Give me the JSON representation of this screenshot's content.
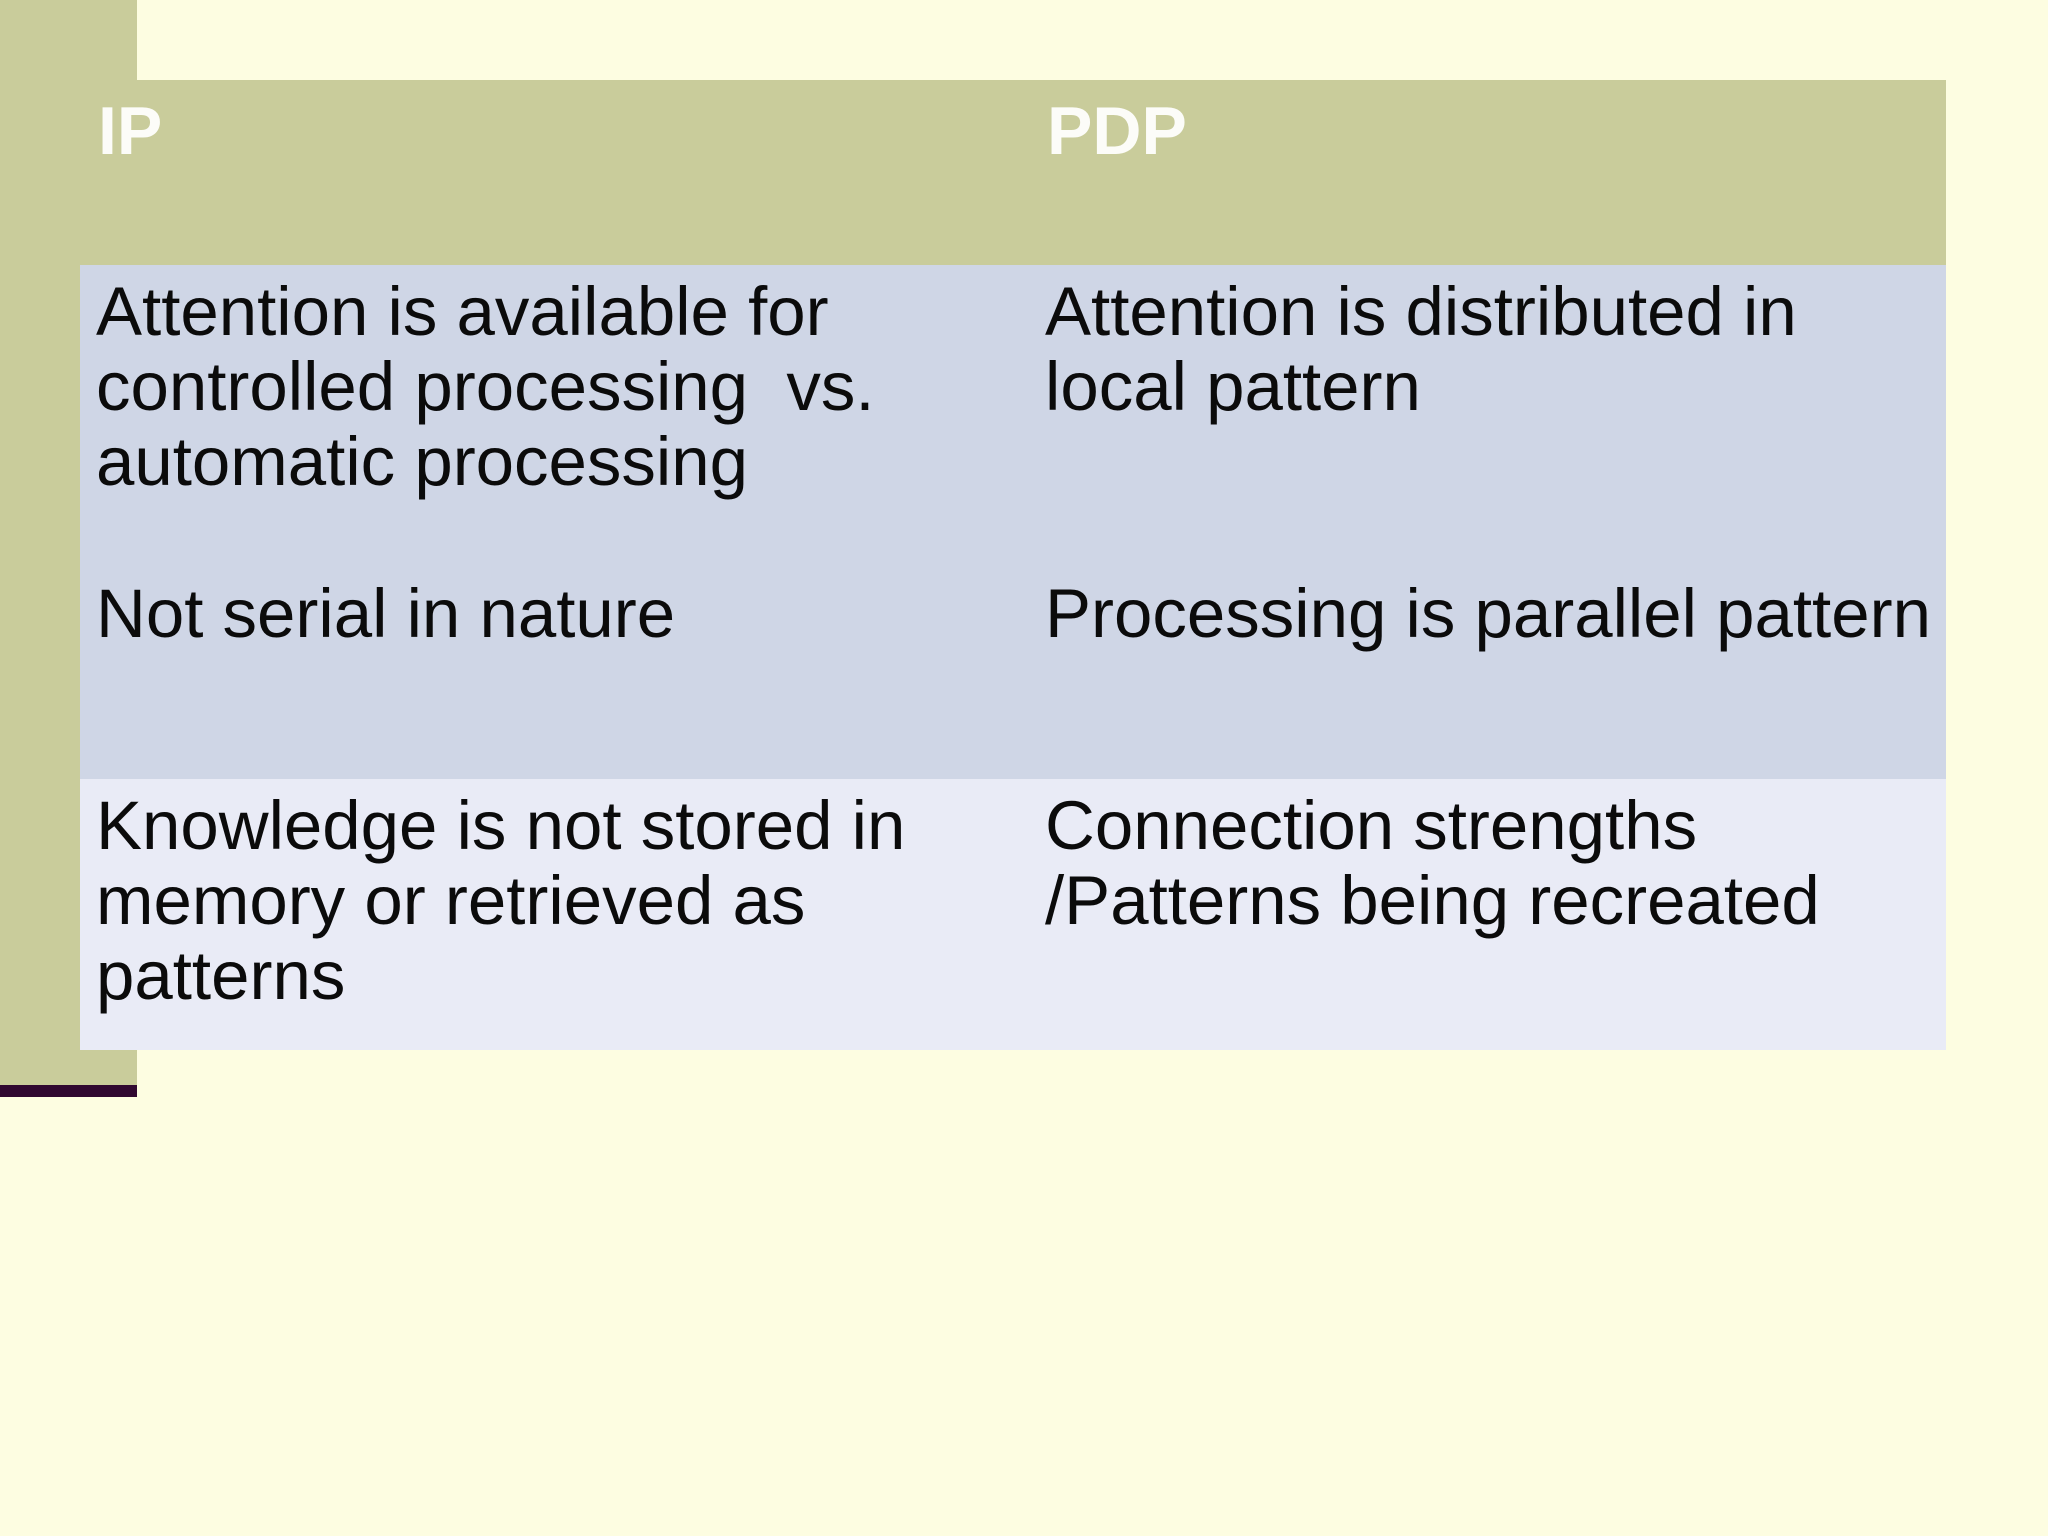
{
  "slide": {
    "background_color": "#FDFDE1",
    "accent_band_color": "#C9CC9B",
    "accent_line_color": "#300830",
    "row_color_blue": "#CFD6E6",
    "row_color_lavender": "#E9EBF6",
    "header_text_color": "#FCFCF8",
    "body_text_color": "#0B0B0B"
  },
  "table": {
    "header": {
      "ip": "IP",
      "pdp": "PDP"
    },
    "rows": [
      {
        "col1": "Attention is available for\ncontrolled processing  vs.\nautomatic processing",
        "col2": "Attention is distributed in\nlocal pattern"
      },
      {
        "col1": "Not serial in nature",
        "col2": "Processing is parallel pattern"
      },
      {
        "col1": "Knowledge is not stored in\nmemory or retrieved as\npatterns",
        "col2": "Connection strengths\n/Patterns being recreated"
      }
    ]
  }
}
